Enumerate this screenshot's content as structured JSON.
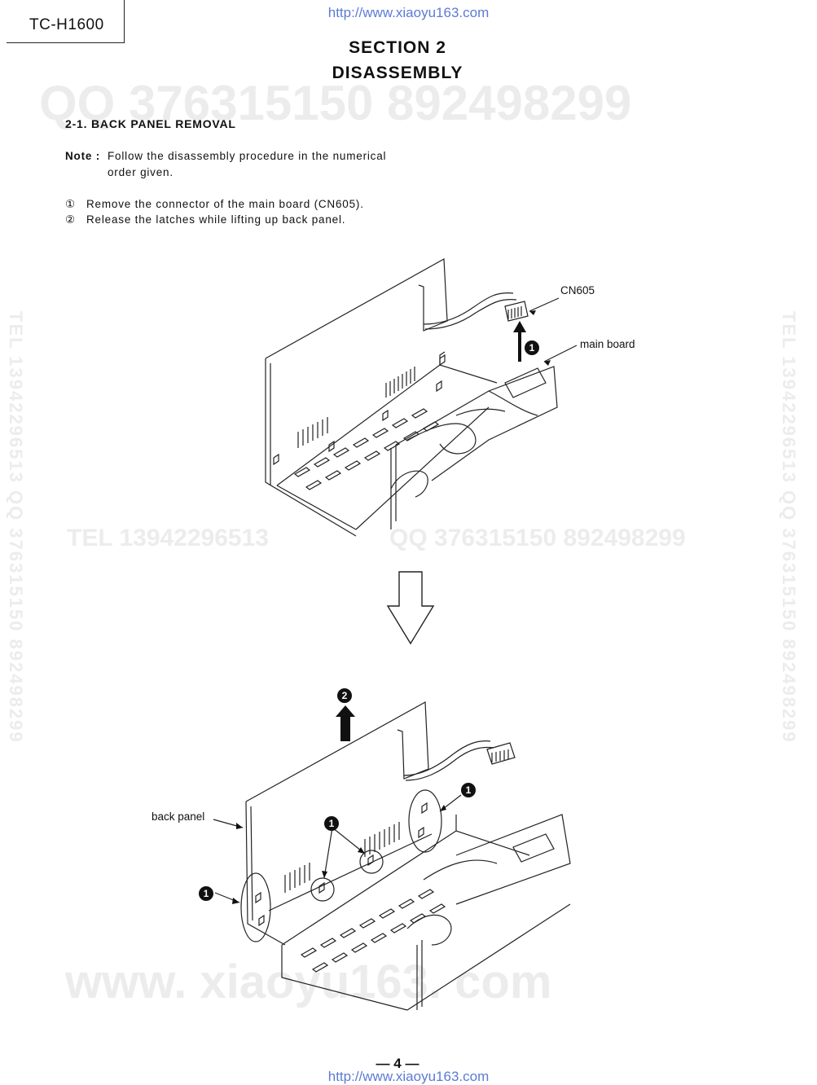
{
  "header": {
    "model": "TC-H1600",
    "url_top": "http://www.xiaoyu163.com"
  },
  "section": {
    "line1": "SECTION 2",
    "line2": "DISASSEMBLY"
  },
  "subsection": {
    "title": "2-1. BACK PANEL REMOVAL"
  },
  "note": {
    "label": "Note :",
    "line1": "Follow the disassembly procedure in the numerical",
    "line2": "order given."
  },
  "steps": [
    {
      "num": "①",
      "text": "Remove the connector of the main board (CN605)."
    },
    {
      "num": "②",
      "text": "Release the latches while lifting up back panel."
    }
  ],
  "figure1": {
    "label_connector": "CN605",
    "label_board": "main board",
    "step_badge": "1"
  },
  "figure2": {
    "label_panel": "back panel",
    "lift_badge": "2",
    "latch_badge": "1"
  },
  "watermarks": {
    "qq": "QQ 376315150   892498299",
    "tel_row": "TEL  13942296513",
    "qq_row": "QQ  376315150  892498299",
    "side": "TEL 13942296513 QQ 376315150 892498299",
    "web": "www. xiaoyu163. com"
  },
  "footer": {
    "page": "— 4 —",
    "url_bottom": "http://www.xiaoyu163.com"
  }
}
